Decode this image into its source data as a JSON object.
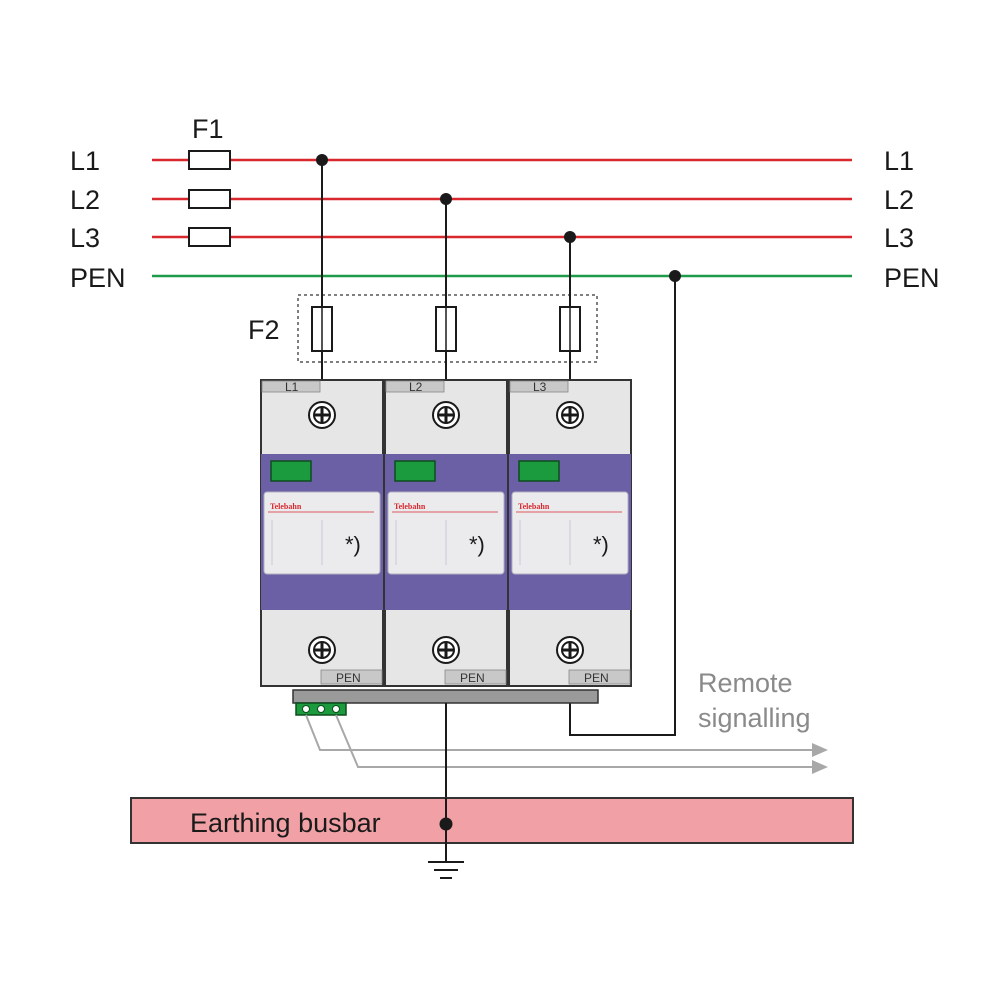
{
  "lines": {
    "left": [
      "L1",
      "L2",
      "L3",
      "PEN"
    ],
    "right": [
      "L1",
      "L2",
      "L3",
      "PEN"
    ]
  },
  "fuse_labels": {
    "f1": "F1",
    "f2": "F2"
  },
  "modules": [
    {
      "top_label": "L1",
      "bottom_label": "PEN",
      "brand": "Telebahn",
      "mark": "*)"
    },
    {
      "top_label": "L2",
      "bottom_label": "PEN",
      "brand": "Telebahn",
      "mark": "*)"
    },
    {
      "top_label": "L3",
      "bottom_label": "PEN",
      "brand": "Telebahn",
      "mark": "*)"
    }
  ],
  "remote_signalling": {
    "line1": "Remote",
    "line2": "signalling"
  },
  "busbar": {
    "label": "Earthing busbar"
  },
  "colors": {
    "phase_line": "#d8282d",
    "pen_line": "#1e9a4a",
    "module_body": "#e6e6e6",
    "module_band": "#6b5fa6",
    "indicator": "#1c9a3e",
    "busbar_fill": "#f1a1a6",
    "remote_text": "#8a8a8a",
    "wire": "#1a1a1a",
    "signal_wire": "#a8a8a8"
  }
}
